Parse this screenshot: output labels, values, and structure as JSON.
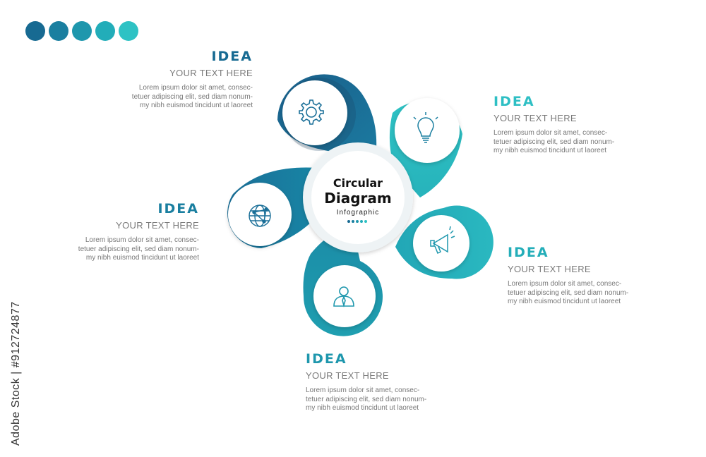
{
  "palette": [
    "#176a92",
    "#1a7fa0",
    "#1e97ad",
    "#22adb9",
    "#2ec2c4"
  ],
  "center": {
    "title_line1": "Circular",
    "title_line2": "Diagram",
    "subtitle": "Infographic"
  },
  "items": [
    {
      "idea": "IDEA",
      "heading": "YOUR TEXT HERE",
      "body_lines": [
        "Lorem ipsum dolor sit amet, consec-",
        "tetuer adipiscing elit, sed diam nonum-",
        "my nibh euismod tincidunt ut laoreet"
      ],
      "icon": "gear-icon",
      "color": "#176a92"
    },
    {
      "idea": "IDEA",
      "heading": "YOUR TEXT HERE",
      "body_lines": [
        "Lorem ipsum dolor sit amet, consec-",
        "tetuer adipiscing elit, sed diam nonum-",
        "my nibh euismod tincidunt ut laoreet"
      ],
      "icon": "lightbulb-icon",
      "color": "#2ebfc4"
    },
    {
      "idea": "IDEA",
      "heading": "YOUR TEXT HERE",
      "body_lines": [
        "Lorem ipsum dolor sit amet, consec-",
        "tetuer adipiscing elit, sed diam nonum-",
        "my nibh euismod tincidunt ut laoreet"
      ],
      "icon": "megaphone-icon",
      "color": "#24aeb9"
    },
    {
      "idea": "IDEA",
      "heading": "YOUR TEXT HERE",
      "body_lines": [
        "Lorem ipsum dolor sit amet, consec-",
        "tetuer adipiscing elit, sed diam nonum-",
        "my nibh euismod tincidunt ut laoreet"
      ],
      "icon": "person-icon",
      "color": "#1e97ad"
    },
    {
      "idea": "IDEA",
      "heading": "YOUR TEXT HERE",
      "body_lines": [
        "Lorem ipsum dolor sit amet, consec-",
        "tetuer adipiscing elit, sed diam nonum-",
        "my nibh euismod tincidunt ut laoreet"
      ],
      "icon": "globe-network-icon",
      "color": "#1a7fa0"
    }
  ],
  "side_text": "Adobe Stock | #912724877"
}
